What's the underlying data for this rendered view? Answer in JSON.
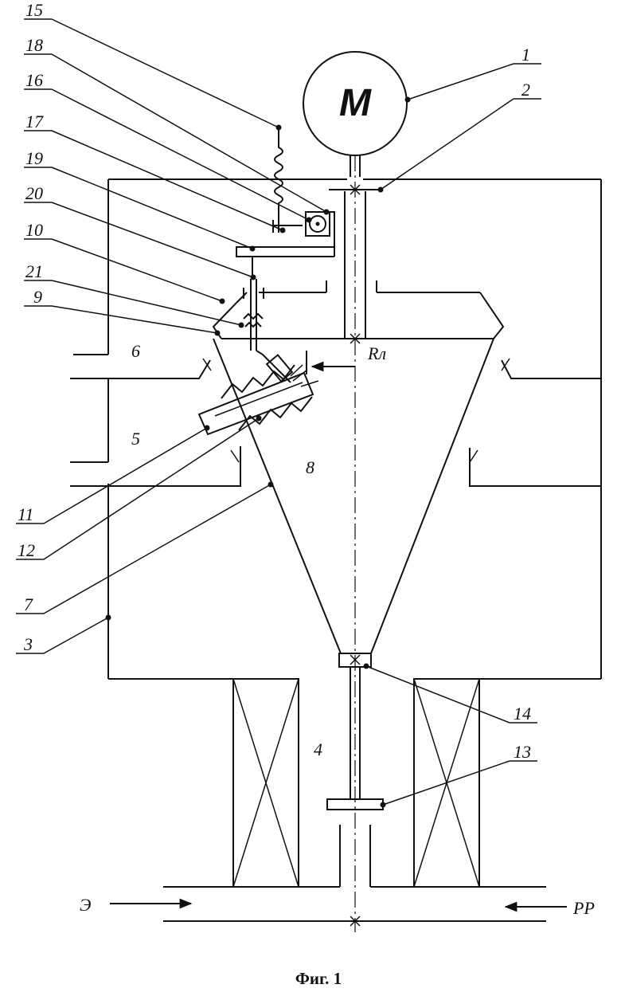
{
  "figure": {
    "motor_label": "M",
    "caption": "Фиг. 1",
    "radius_label": "Rл",
    "inlet_left": "Э",
    "inlet_right": "РР"
  },
  "labels": {
    "l1": "1",
    "l2": "2",
    "l3": "3",
    "l4": "4",
    "l5": "5",
    "l6": "6",
    "l7": "7",
    "l8": "8",
    "l9": "9",
    "l10": "10",
    "l11": "11",
    "l12": "12",
    "l13": "13",
    "l14": "14",
    "l15": "15",
    "l16": "16",
    "l17": "17",
    "l18": "18",
    "l19": "19",
    "l20": "20",
    "l21": "21"
  }
}
